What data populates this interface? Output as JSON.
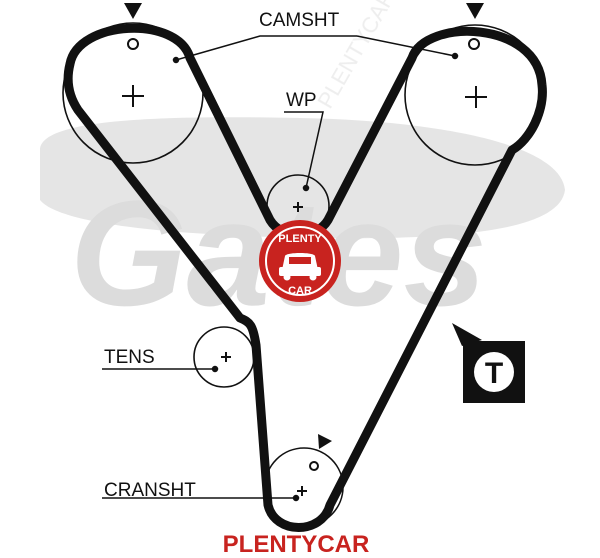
{
  "diagram": {
    "labels": {
      "camshaft": "CAMSHT",
      "water_pump": "WP",
      "tensioner": "TENS",
      "crankshaft": "CRANSHT"
    },
    "tension_badge": "T",
    "watermark_background": "Gates",
    "watermark_tiled": "PLENTYCAR.RU"
  },
  "logo": {
    "top_text": "PLENTY",
    "bottom_text": "CAR"
  },
  "footer": {
    "brand": "PLENTYCAR"
  },
  "colors": {
    "belt": "#111111",
    "brand_red": "#c8231f",
    "watermark": "#dcdcdc"
  }
}
